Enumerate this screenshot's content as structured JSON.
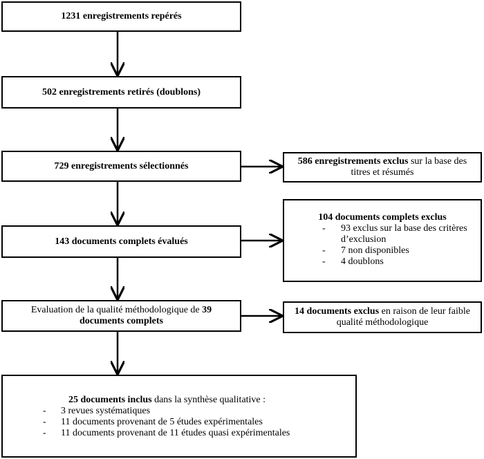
{
  "boxes": {
    "b1": {
      "bold": "1231 enregistrements repérés",
      "rest": ""
    },
    "b2": {
      "bold": "502 enregistrements retirés (doublons)",
      "rest": ""
    },
    "b3": {
      "bold": "729 enregistrements sélectionnés",
      "rest": ""
    },
    "b4": {
      "bold": "143 documents complets évalués",
      "rest": ""
    },
    "b5": {
      "pre": "Evaluation de la qualité méthodologique de",
      "bold1": "39",
      "bold2": "documents complets"
    },
    "side1": {
      "bold": "586 enregistrements exclus",
      "rest": " sur la base des titres et résumés"
    },
    "side2": {
      "bold": "104 documents complets exclus",
      "items": [
        "93 exclus  sur la base des critères d’exclusion",
        "7 non disponibles",
        "4 doublons"
      ]
    },
    "side3": {
      "bold": "14 documents exclus",
      "rest": " en raison de leur faible qualité méthodologique"
    },
    "final": {
      "bold": "25 documents inclus",
      "rest": " dans la synthèse qualitative :",
      "items": [
        "3 revues systématiques",
        "11 documents provenant de 5 études expérimentales",
        "11 documents provenant de 11 études quasi expérimentales"
      ]
    }
  },
  "dash": "-"
}
